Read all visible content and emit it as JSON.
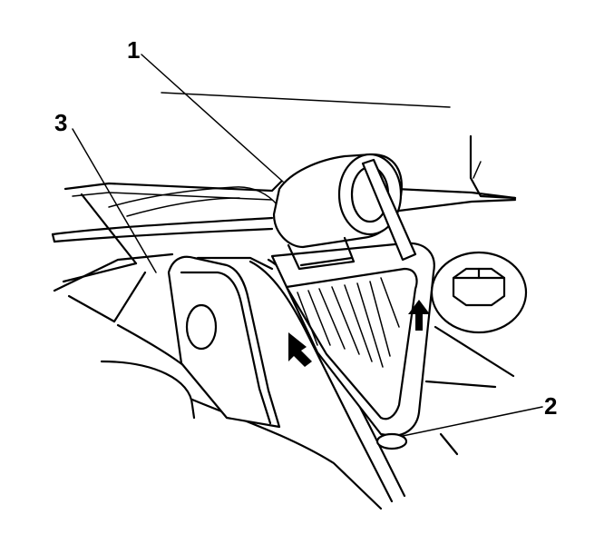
{
  "callouts": {
    "one": "1",
    "two": "2",
    "three": "3"
  },
  "colors": {
    "ink": "#000000",
    "paper": "#ffffff"
  },
  "icons": {
    "arrow_left": "direction-arrow-icon",
    "arrow_right": "direction-arrow-icon"
  }
}
